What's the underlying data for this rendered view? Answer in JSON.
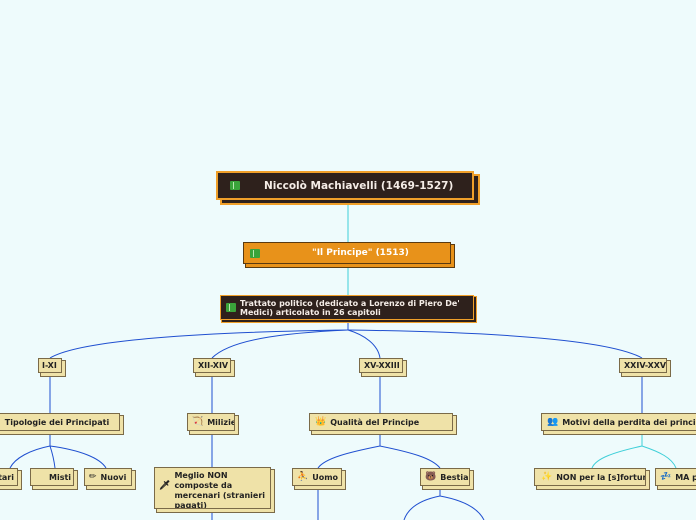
{
  "root": {
    "label": "Niccolò Machiavelli (1469-1527)",
    "icon": "book-icon"
  },
  "principe": {
    "label": "\"Il Principe\" (1513)",
    "icon": "book-icon"
  },
  "trattato": {
    "label": "Trattato politico (dedicato a Lorenzo di Piero De' Medici)  articolato in 26 capitoli",
    "icon": "book-icon"
  },
  "chapters": {
    "c1": "I-XI",
    "c2": "XII-XIV",
    "c3": "XV-XXIII",
    "c4": "XXIV-XXVI"
  },
  "topics": {
    "tipologie": {
      "label": "Tipologie dei Principati",
      "icon": ""
    },
    "milizie": {
      "label": "Milizie",
      "icon": "bow-icon",
      "glyph": "🏹"
    },
    "qualita": {
      "label": "Qualità del Principe",
      "icon": "crown-icon",
      "glyph": "👑"
    },
    "motivi": {
      "label": "Motivi della perdita dei principati",
      "icon": "crowd-icon",
      "glyph": "👥"
    }
  },
  "leaves": {
    "ereditari": {
      "label": "Ereditari",
      "icon": ""
    },
    "misti": {
      "label": "Misti",
      "icon": ""
    },
    "nuovi": {
      "label": "Nuovi",
      "icon": "pencil-icon",
      "glyph": "✏"
    },
    "mercenari": {
      "label": "Meglio NON composte da mercenari (stranieri pagati)",
      "icon": "sword-icon",
      "glyph": "🗡"
    },
    "uomo": {
      "label": "Uomo",
      "icon": "man-icon",
      "glyph": "⛹"
    },
    "bestia": {
      "label": "Bestia",
      "icon": "bear-icon",
      "glyph": "🐻"
    },
    "fortuna": {
      "label": "NON per la [s]fortuna",
      "icon": "star-icon",
      "glyph": "✨"
    },
    "ma": {
      "label": "MA per",
      "icon": "sleep-icon",
      "glyph": "💤"
    }
  },
  "colors": {
    "link": "#1f4fd0",
    "link_light": "#3fcfd8",
    "background": "#eefbfc"
  }
}
